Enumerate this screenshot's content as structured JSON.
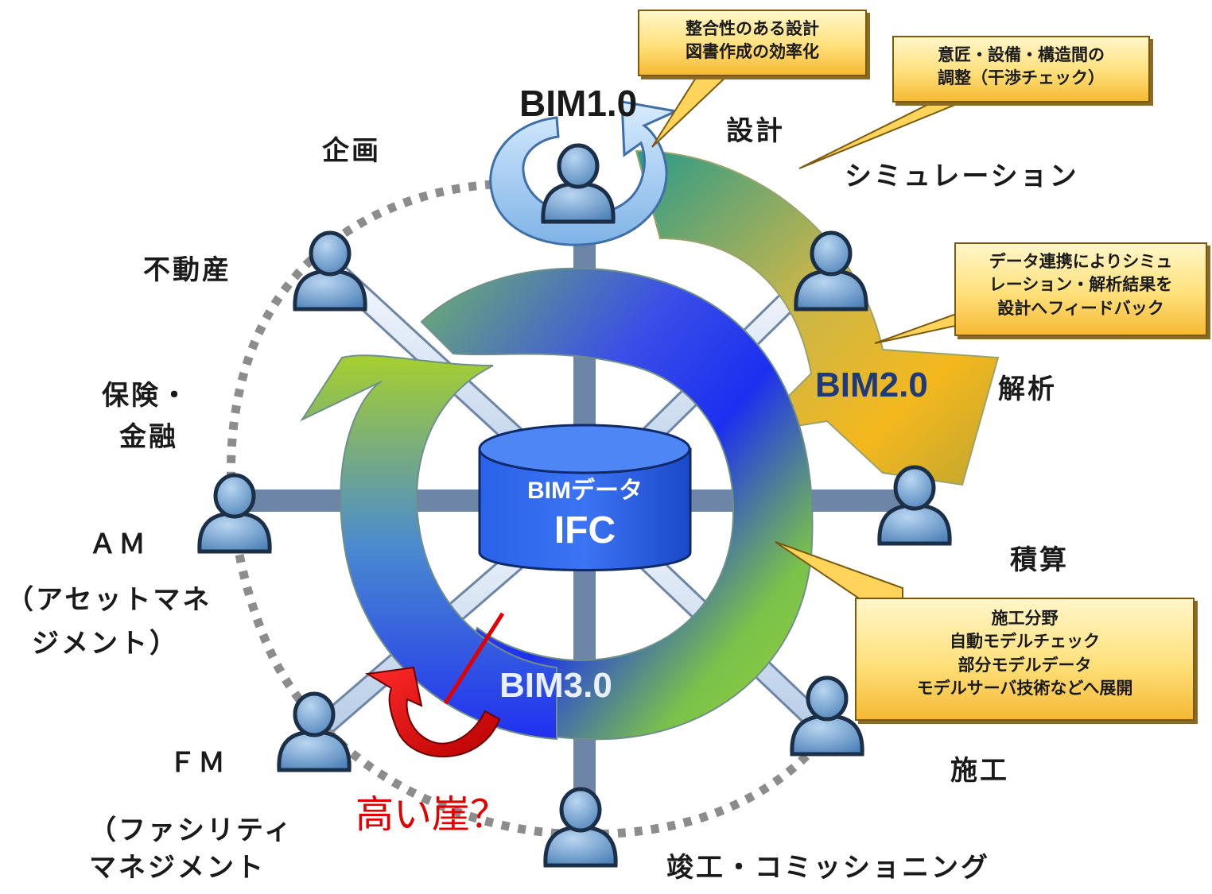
{
  "diagram": {
    "stages": {
      "kikaku": "企画",
      "sekkei": "設計",
      "simulation": "シミュレーション",
      "kaiseki": "解析",
      "sekisan": "積算",
      "seko": "施工",
      "shunko": "竣工・コミッショニング",
      "fm": "ＦＭ",
      "fm_full_1": "（ファシリティ",
      "fm_full_2": "マネジメント",
      "am": "ＡＭ",
      "am_full_1": "（アセットマネ",
      "am_full_2": "ジメント）",
      "hoken_1": "保険・",
      "hoken_2": "金融",
      "fudosan": "不動産"
    },
    "bim_levels": {
      "bim1": "BIM1.0",
      "bim2": "BIM2.0",
      "bim3": "BIM3.0"
    },
    "database": {
      "line1": "BIMデータ",
      "line2": "IFC"
    },
    "callouts": {
      "design_efficiency": [
        "整合性のある設計",
        "図書作成の効率化"
      ],
      "clash_check": [
        "意匠・設備・構造間の",
        "調整（干渉チェック）"
      ],
      "data_link": [
        "データ連携によりシミュ",
        "レーション・解析結果を",
        "設計へフィードバック"
      ],
      "construction": [
        "施工分野",
        "自動モデルチェック",
        "部分モデルデータ",
        "モデルサーバ技術などへ展開"
      ]
    },
    "annotation": {
      "high_cliff": "高い崖？"
    },
    "colors": {
      "dotted_ring": "#8c8c8c",
      "person_fill": "#6f9cc9",
      "person_stroke": "#1c2f48",
      "db_fill": "#1f57e0",
      "callout_fill": "#ffd45a",
      "cliff_red": "#e00000",
      "bim2_text": "#1e3a7a",
      "bim3_text": "#e8efff"
    }
  }
}
